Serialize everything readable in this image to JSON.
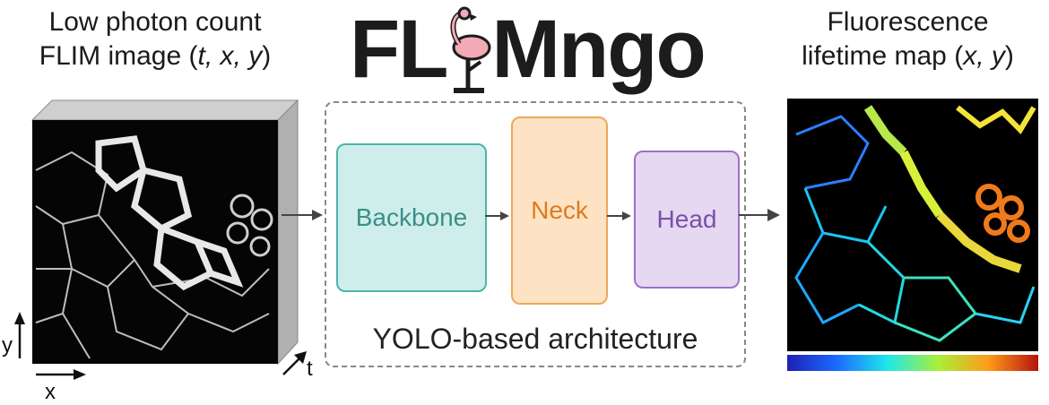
{
  "left_caption": {
    "line1": "Low photon count",
    "line2_prefix": "FLIM image (",
    "line2_vars": "t, x, y",
    "line2_suffix": ")"
  },
  "right_caption": {
    "line1": "Fluorescence",
    "line2_prefix": "lifetime map (",
    "line2_vars": "x, y",
    "line2_suffix": ")"
  },
  "title": {
    "part1": "FL",
    "part2": "Mngo",
    "logo_icon": "flamingo-icon"
  },
  "architecture": {
    "label": "YOLO-based architecture",
    "blocks": [
      {
        "label": "Backbone",
        "fill": "#cfeeeb",
        "border": "#4cb3ab",
        "text_color": "#3a8f89"
      },
      {
        "label": "Neck",
        "fill": "#fde3c4",
        "border": "#f0a65a",
        "text_color": "#e07a1e"
      },
      {
        "label": "Head",
        "fill": "#e6d8f0",
        "border": "#9b72c6",
        "text_color": "#7b4fae"
      }
    ]
  },
  "axes": {
    "x": "x",
    "y": "y",
    "t": "t"
  },
  "colors": {
    "arrow": "#444444",
    "dashed_border": "#888888",
    "cube_side": "#b0b0b0",
    "cube_top": "#cfcfcf"
  }
}
